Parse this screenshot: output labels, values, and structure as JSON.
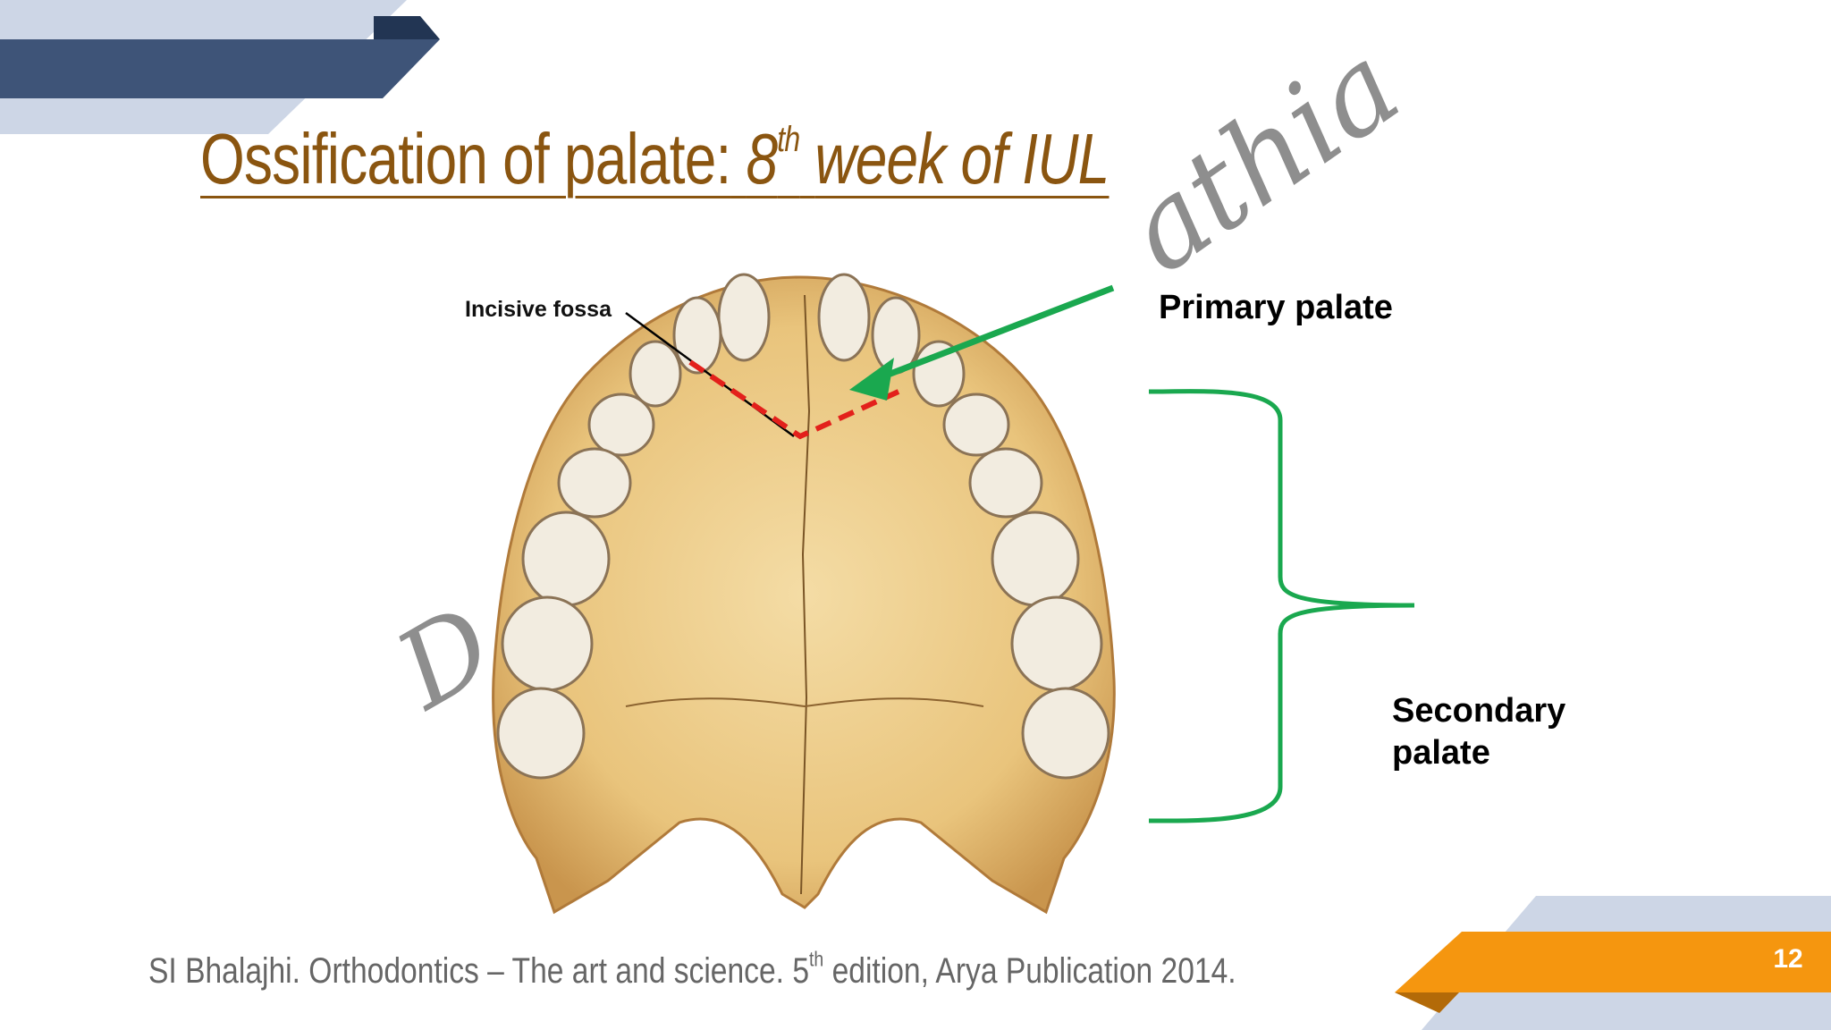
{
  "slide": {
    "title_main": "Ossification of palate:",
    "title_num": "8",
    "title_sup": "th",
    "title_rest": "week of IUL",
    "page_number": "12"
  },
  "illustration": {
    "label_incisive_fossa": "Incisive fossa",
    "label_primary_palate": "Primary palate",
    "label_secondary_line1": "Secondary",
    "label_secondary_line2": "palate"
  },
  "watermark": {
    "fragment_1": "athia",
    "fragment_2": "D"
  },
  "citation": {
    "part1": "SI Bhalajhi. Orthodontics – The art and science. 5",
    "sup": "th",
    "part2": " edition, Arya Publication 2014."
  },
  "colors": {
    "title": "#8a5510",
    "navy_bar": "#3e5478",
    "light_bar": "#cdd6e6",
    "orange_bar": "#f5960f",
    "green_annotation": "#1aa84f",
    "red_annotation": "#e3201b"
  }
}
